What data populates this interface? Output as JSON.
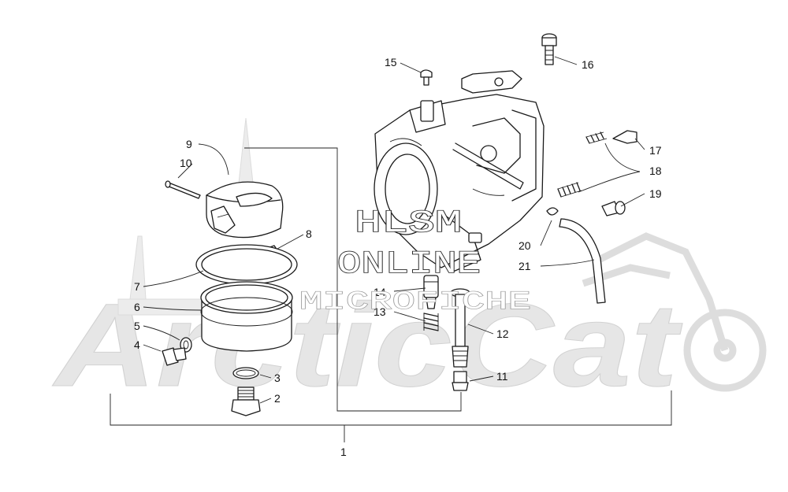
{
  "callouts": [
    {
      "id": "1",
      "text": "1"
    },
    {
      "id": "2",
      "text": "2"
    },
    {
      "id": "3",
      "text": "3"
    },
    {
      "id": "4",
      "text": "4"
    },
    {
      "id": "5",
      "text": "5"
    },
    {
      "id": "6",
      "text": "6"
    },
    {
      "id": "7",
      "text": "7"
    },
    {
      "id": "8",
      "text": "8"
    },
    {
      "id": "9",
      "text": "9"
    },
    {
      "id": "10",
      "text": "10"
    },
    {
      "id": "11",
      "text": "11"
    },
    {
      "id": "12",
      "text": "12"
    },
    {
      "id": "13",
      "text": "13"
    },
    {
      "id": "14",
      "text": "14"
    },
    {
      "id": "15",
      "text": "15"
    },
    {
      "id": "16",
      "text": "16"
    },
    {
      "id": "17",
      "text": "17"
    },
    {
      "id": "18",
      "text": "18"
    },
    {
      "id": "19",
      "text": "19"
    },
    {
      "id": "20",
      "text": "20"
    },
    {
      "id": "21",
      "text": "21"
    }
  ],
  "watermark": {
    "line1": "HLSM",
    "line2": "ONLINE",
    "line3": "MICROFICHE"
  },
  "background_logo": {
    "text": "ArcticCat",
    "color": "#e6e6e6"
  }
}
